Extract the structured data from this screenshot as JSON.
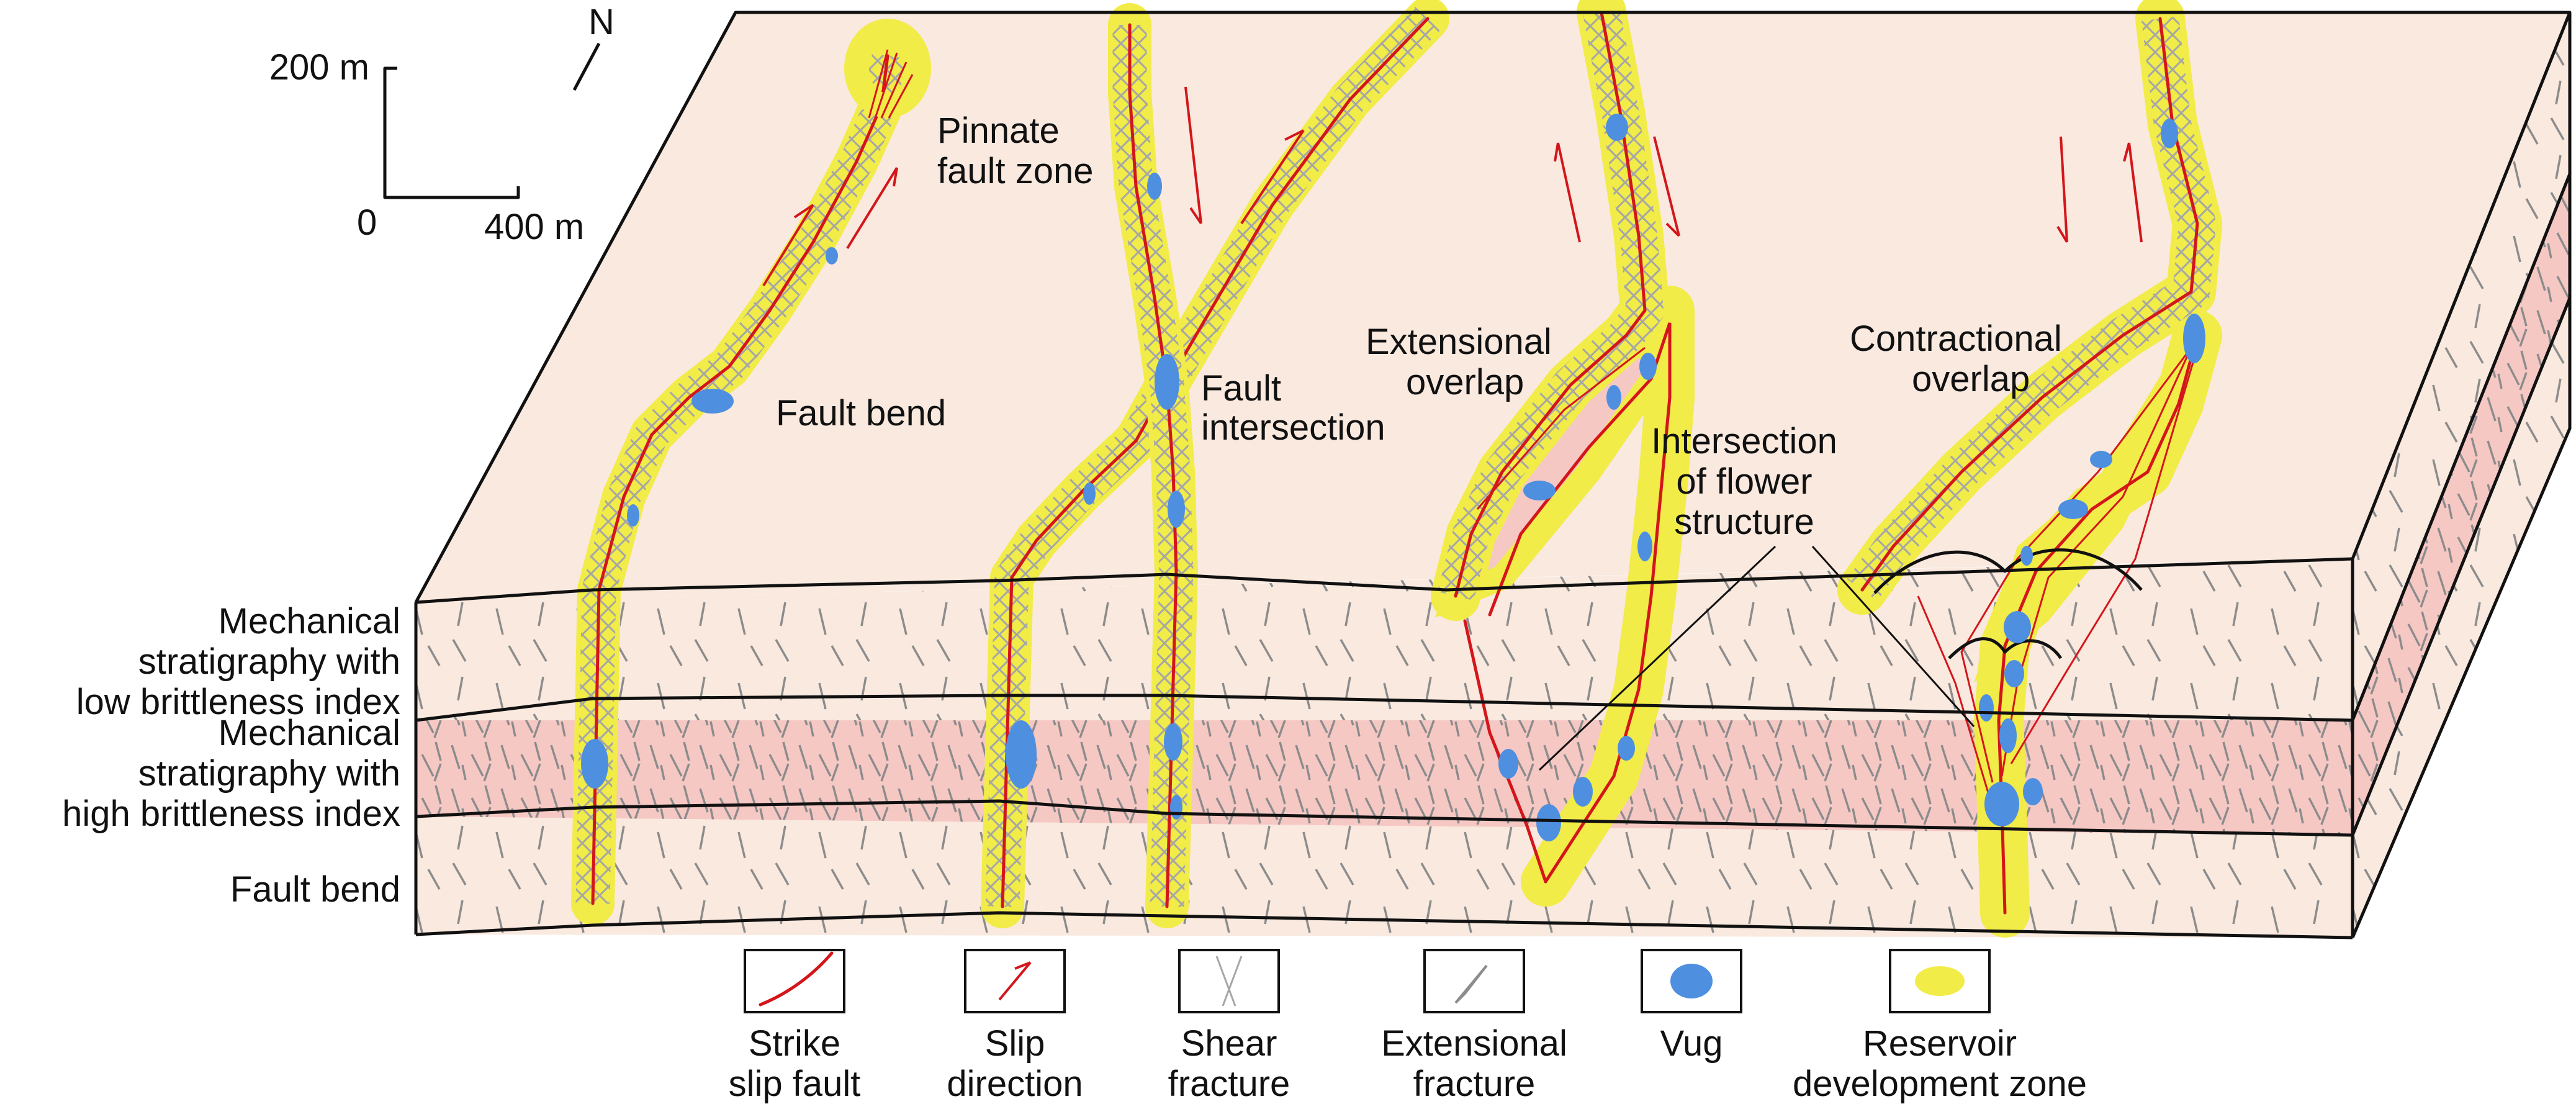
{
  "scale_bar": {
    "vertical_label": "200 m",
    "origin_label": "0",
    "horizontal_label": "400 m",
    "north_label": "N"
  },
  "annotations": {
    "pinnate_1": "Pinnate",
    "pinnate_2": "fault zone",
    "fault_bend": "Fault bend",
    "fault_intersection_1": "Fault",
    "fault_intersection_2": "intersection",
    "extensional_overlap_1": "Extensional",
    "extensional_overlap_2": "overlap",
    "contractional_overlap_1": "Contractional",
    "contractional_overlap_2": "overlap",
    "flower_1": "Intersection",
    "flower_2": "of flower",
    "flower_3": "structure"
  },
  "layer_labels": {
    "low_1": "Mechanical",
    "low_2": "stratigraphy with",
    "low_3": "low brittleness index",
    "high_1": "Mechanical",
    "high_2": "stratigraphy with",
    "high_3": "high brittleness index",
    "bottom": "Fault bend"
  },
  "legend": [
    {
      "line1": "Strike",
      "line2": "slip fault",
      "icon": "strike-slip-fault-icon"
    },
    {
      "line1": "Slip",
      "line2": "direction",
      "icon": "slip-direction-icon"
    },
    {
      "line1": "Shear",
      "line2": "fracture",
      "icon": "shear-fracture-icon"
    },
    {
      "line1": "Extensional",
      "line2": "fracture",
      "icon": "extensional-fracture-icon"
    },
    {
      "line1": "Vug",
      "line2": "",
      "icon": "vug-icon"
    },
    {
      "line1": "Reservoir",
      "line2": "development zone",
      "icon": "reservoir-zone-icon"
    }
  ],
  "colors": {
    "matrix": "#f9e9df",
    "high_brittleness_layer": "#f6c8c4",
    "reservoir_zone": "#f1ec48",
    "fault": "#d4161b",
    "vug": "#4f8fdf",
    "fracture": "#a6a6a6"
  }
}
